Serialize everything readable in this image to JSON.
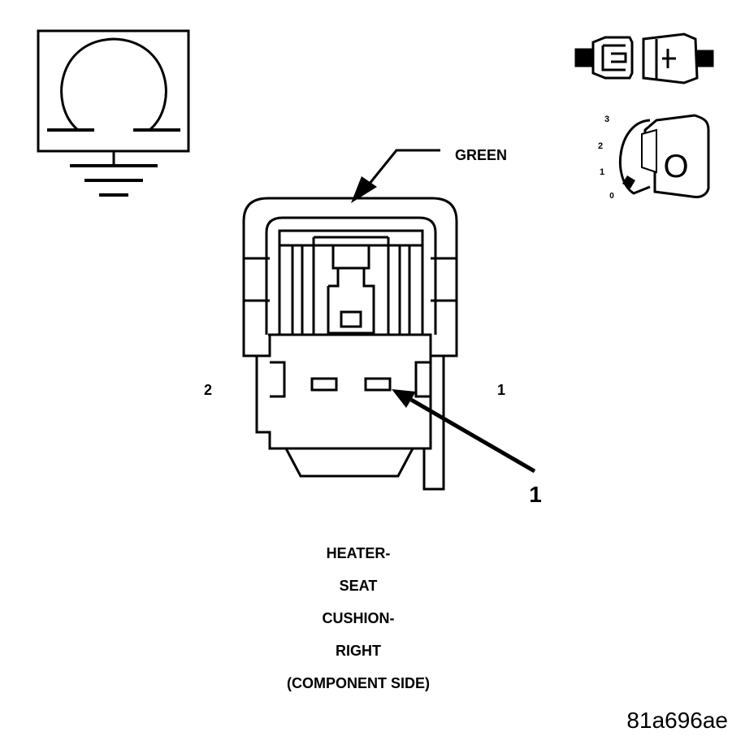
{
  "wire_color_label": "GREEN",
  "pin_labels": {
    "left": "2",
    "right": "1"
  },
  "callout": "1",
  "component_title_lines": [
    "HEATER-",
    "SEAT",
    "CUSHION-",
    "RIGHT",
    "(COMPONENT SIDE)"
  ],
  "figure_id": "81a696ae",
  "ignition_positions": [
    "3",
    "2",
    "1",
    "0"
  ],
  "ignition_key_letter": "O",
  "icons": [
    "ohmmeter-ground-icon",
    "connector-disconnected-icon",
    "ignition-off-icon"
  ]
}
